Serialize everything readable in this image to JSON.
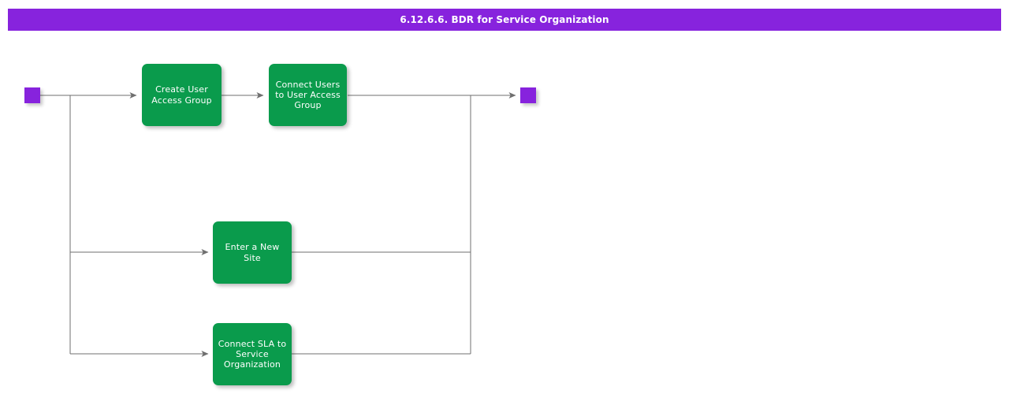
{
  "header": {
    "title": "6.12.6.6. BDR for Service Organization",
    "background_color": "#8723dd",
    "text_color": "#ffffff"
  },
  "diagram": {
    "type": "flowchart",
    "colors": {
      "node_fill": "#0a9b4c",
      "node_text": "#ffffff",
      "terminator_fill": "#8723dd",
      "connector": "#6f6f6f",
      "canvas_background": "#ffffff"
    },
    "start_node": {
      "name": "start",
      "shape": "square"
    },
    "end_node": {
      "name": "end",
      "shape": "square"
    },
    "nodes": [
      {
        "id": "create-user-access-group",
        "label": "Create User\nAccess Group"
      },
      {
        "id": "connect-users-to-user-access-group",
        "label": "Connect Users\nto User Access\nGroup"
      },
      {
        "id": "enter-a-new-site",
        "label": "Enter a New Site"
      },
      {
        "id": "connect-sla-to-service-organization",
        "label": "Connect SLA to\nService\nOrganization"
      }
    ],
    "edges": [
      {
        "from": "start",
        "to": "create-user-access-group"
      },
      {
        "from": "create-user-access-group",
        "to": "connect-users-to-user-access-group"
      },
      {
        "from": "connect-users-to-user-access-group",
        "to": "end"
      },
      {
        "from": "start",
        "to": "enter-a-new-site"
      },
      {
        "from": "enter-a-new-site",
        "to": "end"
      },
      {
        "from": "start",
        "to": "connect-sla-to-service-organization"
      },
      {
        "from": "connect-sla-to-service-organization",
        "to": "end"
      }
    ]
  }
}
